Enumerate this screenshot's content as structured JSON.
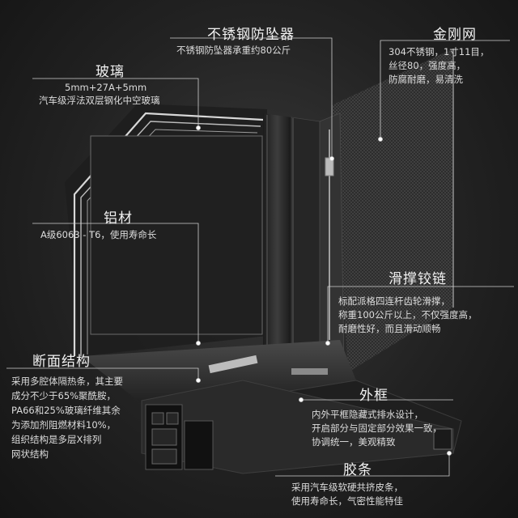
{
  "labels": {
    "stainless_guard": {
      "title": "不锈钢防坠器",
      "lines": [
        "不锈钢防坠器承重约80公斤"
      ]
    },
    "mesh": {
      "title": "金刚网",
      "lines": [
        "304不锈钢，1寸11目，",
        "丝径80，强度高，",
        "防腐耐磨，易清洗"
      ]
    },
    "glass": {
      "title": "玻璃",
      "lines": [
        "5mm+27A+5mm",
        "汽车级浮法双层钢化中空玻璃"
      ]
    },
    "aluminum": {
      "title": "铝材",
      "lines": [
        "A级6063 - T6，使用寿命长"
      ]
    },
    "hinge": {
      "title": "滑撑铰链",
      "lines": [
        "标配派格四连杆齿轮滑撑，",
        "称重100公斤以上，不仅强度高，",
        "耐磨性好，而且滑动顺畅"
      ]
    },
    "section": {
      "title": "断面结构",
      "lines": [
        "采用多腔体隔热条，其主要",
        "成分不少于65%聚酰胺，",
        "PA66和25%玻璃纤维其余",
        "为添加剂阻燃材料10%，",
        "组织结构是多层X排列",
        "网状结构"
      ]
    },
    "frame": {
      "title": "外框",
      "lines": [
        "内外平框隐藏式排水设计，",
        "开启部分与固定部分效果一致，",
        "协调统一，美观精致"
      ]
    },
    "gasket": {
      "title": "胶条",
      "lines": [
        "采用汽车级软硬共挤皮条，",
        "使用寿命长，气密性能特佳"
      ]
    }
  },
  "colors": {
    "profile": "#2b2b2b",
    "profile_highlight": "#5a5a5a",
    "glass_edge": "#d8d8d8",
    "text": "#e8e8e8",
    "leader": "#cfcfcf"
  }
}
